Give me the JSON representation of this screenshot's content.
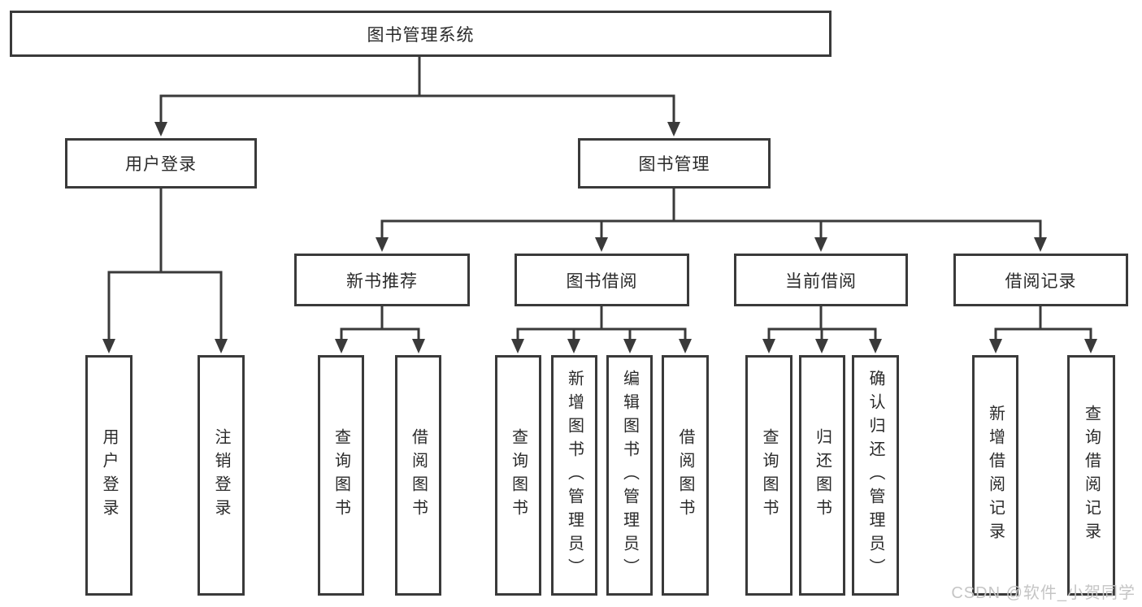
{
  "colors": {
    "line": "#3a3a3a",
    "text": "#2a2a2a",
    "watermark": "#c5c5c5",
    "background": "#ffffff"
  },
  "watermark": {
    "text": "CSDN @软件_小贺同学"
  },
  "tree": {
    "root": {
      "label": "图书管理系统"
    },
    "branches": [
      {
        "label": "用户登录",
        "children": [
          {
            "label": "用户登录"
          },
          {
            "label": "注销登录"
          }
        ]
      },
      {
        "label": "图书管理",
        "children": [
          {
            "label": "新书推荐",
            "children": [
              {
                "label": "查询图书"
              },
              {
                "label": "借阅图书"
              }
            ]
          },
          {
            "label": "图书借阅",
            "children": [
              {
                "label": "查询图书"
              },
              {
                "label": "新增图书（管理员）"
              },
              {
                "label": "编辑图书（管理员）"
              },
              {
                "label": "借阅图书"
              }
            ]
          },
          {
            "label": "当前借阅",
            "children": [
              {
                "label": "查询图书"
              },
              {
                "label": "归还图书"
              },
              {
                "label": "确认归还（管理员）"
              }
            ]
          },
          {
            "label": "借阅记录",
            "children": [
              {
                "label": "新增借阅记录"
              },
              {
                "label": "查询借阅记录"
              }
            ]
          }
        ]
      }
    ]
  }
}
